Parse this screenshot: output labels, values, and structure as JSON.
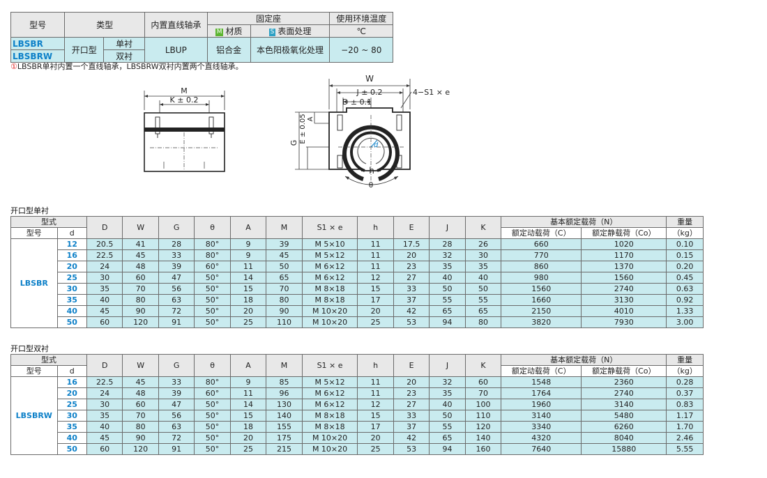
{
  "spec": {
    "headers": {
      "model": "型号",
      "type": "类型",
      "bearing": "内置直线轴承",
      "housing": "固定座",
      "material": "材质",
      "surface": "表面处理",
      "temp": "使用环境温度",
      "temp_unit": "℃",
      "material_tag": "M",
      "surface_tag": "S"
    },
    "models": [
      "LBSBR",
      "LBSBRW"
    ],
    "type_value": "开口型",
    "sub_types": [
      "单衬",
      "双衬"
    ],
    "bearing_value": "LBUP",
    "material_value": "铝合金",
    "surface_value": "本色阳极氧化处理",
    "temp_value": "−20 ~ 80"
  },
  "note": {
    "icon": "①",
    "text": "LBSBR单衬内置一个直线轴承，LBSBRW双衬内置两个直线轴承。"
  },
  "diagram": {
    "side_labels": {
      "m": "M",
      "k": "K ± 0.2"
    },
    "front_labels": {
      "w": "W",
      "j": "J ± 0.2",
      "d": "D ± 0.1",
      "s": "4−S1 × e",
      "g": "G",
      "e": "E ± 0.05",
      "a": "A",
      "h": "h",
      "theta": "θ",
      "phi_d": "d"
    }
  },
  "table_headers": {
    "form": "型式",
    "model": "型号",
    "d": "d",
    "cols": [
      "D",
      "W",
      "G",
      "θ",
      "A",
      "M",
      "S1 × e",
      "h",
      "E",
      "J",
      "K"
    ],
    "load": "基本额定载荷（N）",
    "dyn": "额定动载荷（C）",
    "stat": "额定静载荷（Co）",
    "weight": "重量",
    "weight_unit": "（kg）"
  },
  "single": {
    "title": "开口型单衬",
    "model": "LBSBR",
    "rows": [
      [
        "12",
        "20.5",
        "41",
        "28",
        "80°",
        "9",
        "39",
        "M  5×10",
        "11",
        "17.5",
        "28",
        "26",
        "660",
        "1020",
        "0.10"
      ],
      [
        "16",
        "22.5",
        "45",
        "33",
        "80°",
        "9",
        "45",
        "M  5×12",
        "11",
        "20",
        "32",
        "30",
        "770",
        "1170",
        "0.15"
      ],
      [
        "20",
        "24",
        "48",
        "39",
        "60°",
        "11",
        "50",
        "M  6×12",
        "11",
        "23",
        "35",
        "35",
        "860",
        "1370",
        "0.20"
      ],
      [
        "25",
        "30",
        "60",
        "47",
        "50°",
        "14",
        "65",
        "M  6×12",
        "12",
        "27",
        "40",
        "40",
        "980",
        "1560",
        "0.45"
      ],
      [
        "30",
        "35",
        "70",
        "56",
        "50°",
        "15",
        "70",
        "M  8×18",
        "15",
        "33",
        "50",
        "50",
        "1560",
        "2740",
        "0.63"
      ],
      [
        "35",
        "40",
        "80",
        "63",
        "50°",
        "18",
        "80",
        "M  8×18",
        "17",
        "37",
        "55",
        "55",
        "1660",
        "3130",
        "0.92"
      ],
      [
        "40",
        "45",
        "90",
        "72",
        "50°",
        "20",
        "90",
        "M 10×20",
        "20",
        "42",
        "65",
        "65",
        "2150",
        "4010",
        "1.33"
      ],
      [
        "50",
        "60",
        "120",
        "91",
        "50°",
        "25",
        "110",
        "M 10×20",
        "25",
        "53",
        "94",
        "80",
        "3820",
        "7930",
        "3.00"
      ]
    ]
  },
  "double": {
    "title": "开口型双衬",
    "model": "LBSBRW",
    "rows": [
      [
        "16",
        "22.5",
        "45",
        "33",
        "80°",
        "9",
        "85",
        "M  5×12",
        "11",
        "20",
        "32",
        "60",
        "1548",
        "2360",
        "0.28"
      ],
      [
        "20",
        "24",
        "48",
        "39",
        "60°",
        "11",
        "96",
        "M  6×12",
        "11",
        "23",
        "35",
        "70",
        "1764",
        "2740",
        "0.37"
      ],
      [
        "25",
        "30",
        "60",
        "47",
        "50°",
        "14",
        "130",
        "M  6×12",
        "12",
        "27",
        "40",
        "100",
        "1960",
        "3140",
        "0.83"
      ],
      [
        "30",
        "35",
        "70",
        "56",
        "50°",
        "15",
        "140",
        "M  8×18",
        "15",
        "33",
        "50",
        "110",
        "3140",
        "5480",
        "1.17"
      ],
      [
        "35",
        "40",
        "80",
        "63",
        "50°",
        "18",
        "155",
        "M  8×18",
        "17",
        "37",
        "55",
        "120",
        "3340",
        "6260",
        "1.70"
      ],
      [
        "40",
        "45",
        "90",
        "72",
        "50°",
        "20",
        "175",
        "M 10×20",
        "20",
        "42",
        "65",
        "140",
        "4320",
        "8040",
        "2.46"
      ],
      [
        "50",
        "60",
        "120",
        "91",
        "50°",
        "25",
        "215",
        "M 10×20",
        "25",
        "53",
        "94",
        "160",
        "7640",
        "15880",
        "5.55"
      ]
    ]
  }
}
